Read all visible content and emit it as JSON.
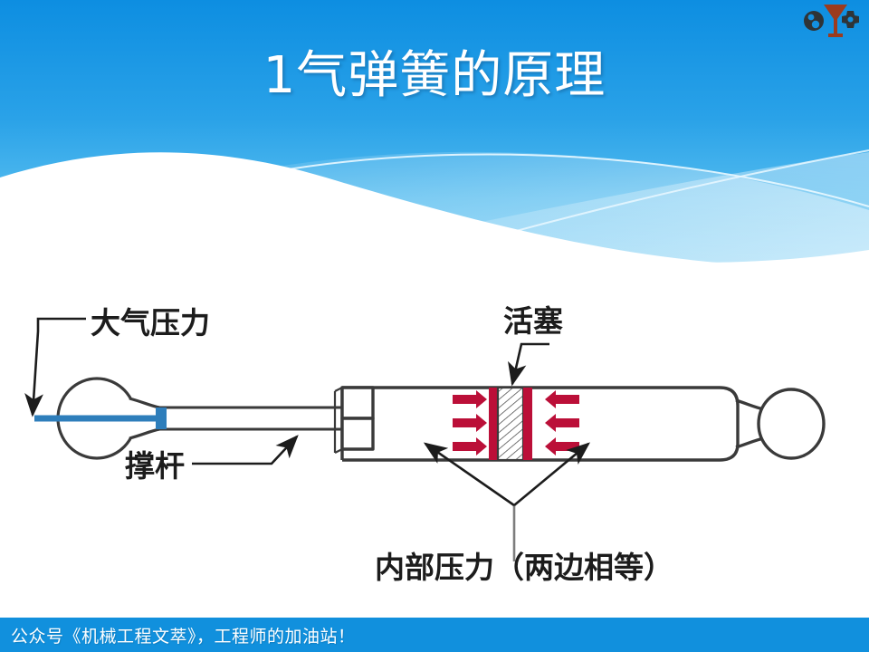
{
  "slide": {
    "title": "1气弹簧的原理",
    "background_color": "#ffffff"
  },
  "header": {
    "gradient_top_color": "#0e8fe0",
    "gradient_bottom_color": "#5cc0f0",
    "wave_color": "#ffffff",
    "swoosh_color": "#a8dcf7",
    "logo_name": "mechanical-brand-logo",
    "logo_dark_color": "#2f3437",
    "logo_accent_color": "#9c3b1e"
  },
  "diagram": {
    "name": "gas-spring-principle-diagram",
    "line_color": "#3a3a3a",
    "arrow_color": "#bb0f38",
    "rod_highlight_color": "#2e7ebb",
    "labels": {
      "atmospheric_pressure": "大气压力",
      "rod": "撑杆",
      "piston": "活塞",
      "internal_pressure": "内部压力（两边相等）"
    },
    "arrow_counts": {
      "left_chamber_arrows": 3,
      "right_chamber_arrows": 3
    }
  },
  "footer": {
    "text": "公众号《机械工程文萃》，工程师的加油站！",
    "background_color": "#1190dd",
    "text_color": "#ffffff"
  }
}
